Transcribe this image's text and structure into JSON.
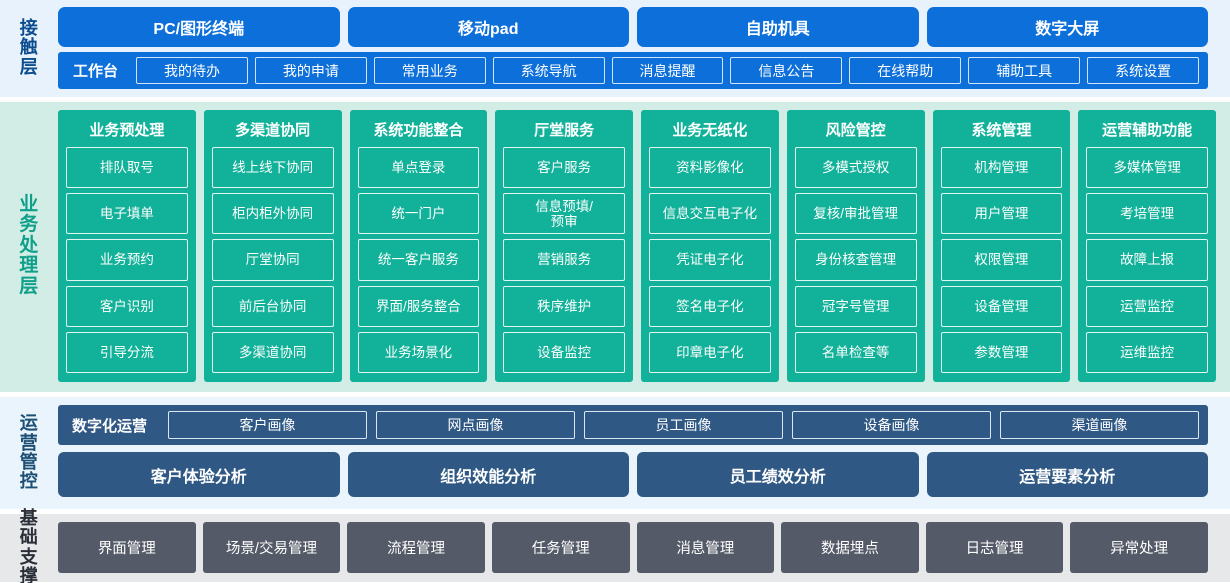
{
  "layers": {
    "contact": {
      "label": "接触层",
      "channels": [
        "PC/图形终端",
        "移动pad",
        "自助机具",
        "数字大屏"
      ],
      "workbench_title": "工作台",
      "workbench_items": [
        "我的待办",
        "我的申请",
        "常用业务",
        "系统导航",
        "消息提醒",
        "信息公告",
        "在线帮助",
        "辅助工具",
        "系统设置"
      ],
      "colors": {
        "band": "#e8f2fd",
        "chip": "#0c6fda",
        "label_text": "#0b4d8f"
      }
    },
    "business": {
      "label": "业务处理层",
      "columns": [
        {
          "title": "业务预处理",
          "items": [
            "排队取号",
            "电子填单",
            "业务预约",
            "客户识别",
            "引导分流"
          ]
        },
        {
          "title": "多渠道协同",
          "items": [
            "线上线下协同",
            "柜内柜外协同",
            "厅堂协同",
            "前后台协同",
            "多渠道协同"
          ]
        },
        {
          "title": "系统功能整合",
          "items": [
            "单点登录",
            "统一门户",
            "统一客户服务",
            "界面/服务整合",
            "业务场景化"
          ]
        },
        {
          "title": "厅堂服务",
          "items": [
            "客户服务",
            "信息预填/\n预审",
            "营销服务",
            "秩序维护",
            "设备监控"
          ]
        },
        {
          "title": "业务无纸化",
          "items": [
            "资料影像化",
            "信息交互电子化",
            "凭证电子化",
            "签名电子化",
            "印章电子化"
          ]
        },
        {
          "title": "风险管控",
          "items": [
            "多模式授权",
            "复核/审批管理",
            "身份核查管理",
            "冠字号管理",
            "名单检查等"
          ]
        },
        {
          "title": "系统管理",
          "items": [
            "机构管理",
            "用户管理",
            "权限管理",
            "设备管理",
            "参数管理"
          ]
        },
        {
          "title": "运营辅助功能",
          "items": [
            "多媒体管理",
            "考培管理",
            "故障上报",
            "运营监控",
            "运维监控"
          ]
        }
      ],
      "colors": {
        "band": "#d2ede5",
        "panel": "#12b29a",
        "label_text": "#10a08a"
      }
    },
    "operations": {
      "label": "运营管控",
      "digital_title": "数字化运营",
      "portraits": [
        "客户画像",
        "网点画像",
        "员工画像",
        "设备画像",
        "渠道画像"
      ],
      "analyses": [
        "客户体验分析",
        "组织效能分析",
        "员工绩效分析",
        "运营要素分析"
      ],
      "colors": {
        "band": "#e9f4fd",
        "card": "#2f5884",
        "label_text": "#1d4e74"
      }
    },
    "foundation": {
      "label": "基础支撑",
      "items": [
        "界面管理",
        "场景/交易管理",
        "流程管理",
        "任务管理",
        "消息管理",
        "数据埋点",
        "日志管理",
        "异常处理"
      ],
      "colors": {
        "band": "#e7e8ea",
        "card": "#545a68",
        "label_text": "#2b2f38"
      }
    }
  }
}
